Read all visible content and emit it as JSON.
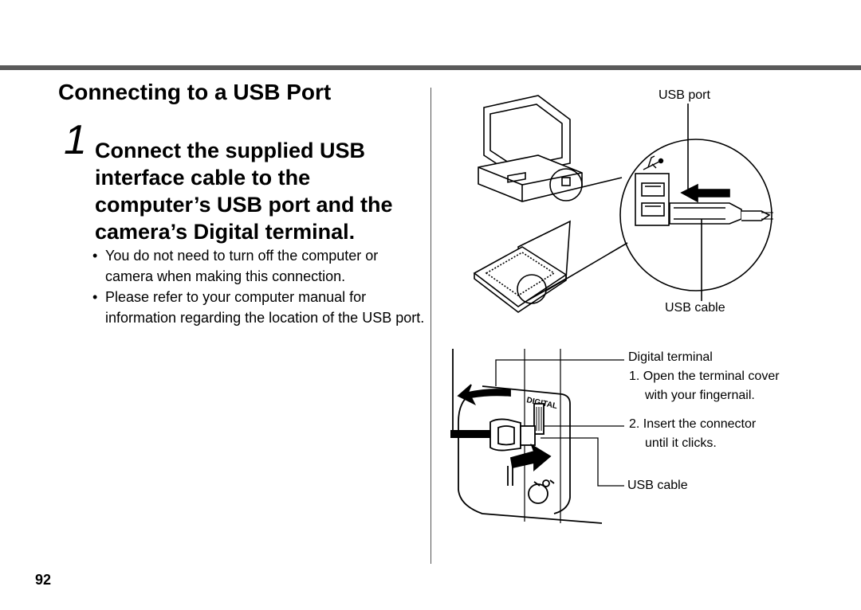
{
  "section_title": "Connecting to a USB Port",
  "step": {
    "number": "1",
    "text": "Connect the supplied USB interface cable to the computer’s USB port and the camera’s Digital terminal."
  },
  "bullets": [
    {
      "marker": "•",
      "text": "You do not need to turn off the computer or camera when making this connection."
    },
    {
      "marker": "•",
      "text": "Please refer to your computer manual for information regarding the location of the USB port."
    }
  ],
  "figure_top": {
    "usb_port_label": "USB port",
    "usb_cable_label": "USB cable"
  },
  "figure_bottom": {
    "digital_terminal_label": "Digital terminal",
    "step1_text": "1. Open the terminal cover",
    "step1_cont": "with your fingernail.",
    "step2_text": "2. Insert the connector",
    "step2_cont": "until it clicks.",
    "usb_cable_label": "USB cable",
    "camera_panel_text": "DIGITAL"
  },
  "page_number": "92"
}
